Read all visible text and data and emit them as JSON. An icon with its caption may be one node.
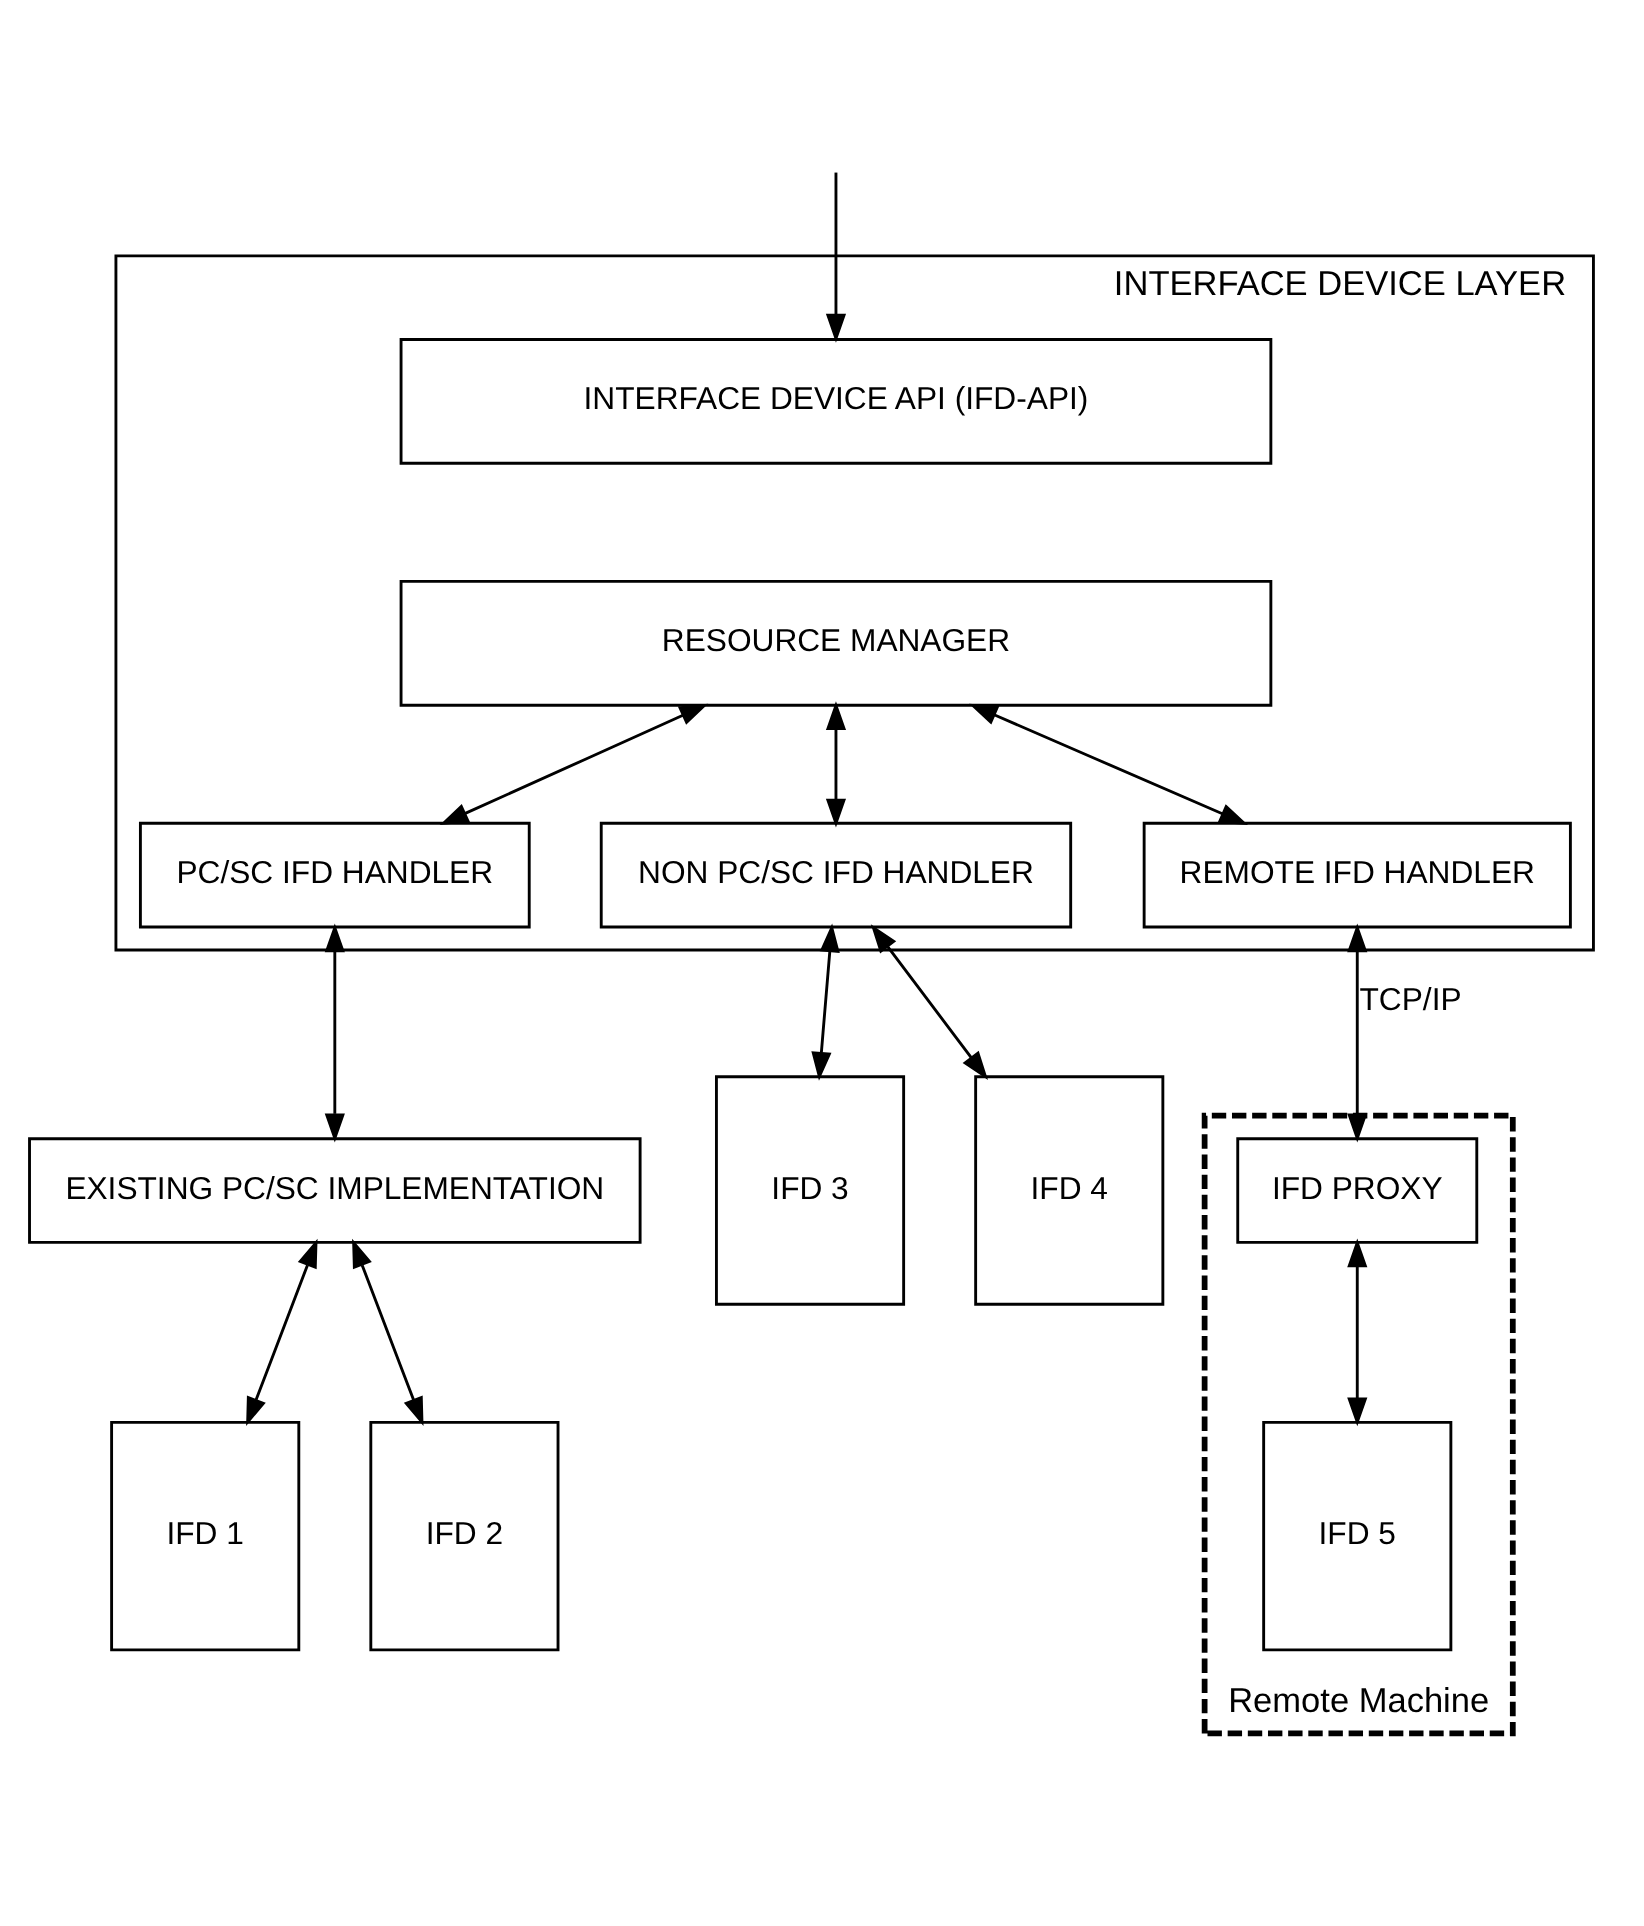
{
  "diagram": {
    "nodes": [
      {
        "text": [
          "INTERFACE DEVICE LAYER"
        ]
      },
      {
        "text": [
          "INTERFACE DEVICE API (IFD-API)"
        ],
        "in": 0
      },
      {
        "text": [
          "RESOURCE MANAGER"
        ],
        "in": 0
      },
      {
        "text": [
          "PC/SC IFD HANDLER"
        ],
        "in": 0
      },
      {
        "text": [
          "NON PC/SC IFD HANDLER"
        ],
        "in": 0
      },
      {
        "text": [
          "REMOTE IFD HANDLER"
        ],
        "in": 0
      },
      {
        "text": [
          "EXISTING PC/SC IMPLEMENTATION"
        ]
      },
      {
        "text": [
          "Remote Machine"
        ]
      },
      {
        "text": [
          "IFD PROXY"
        ],
        "in": 7
      },
      {
        "text": [
          "IFD 1"
        ]
      },
      {
        "text": [
          "IFD 2"
        ]
      },
      {
        "text": [
          "IFD 3"
        ]
      },
      {
        "text": [
          "IFD 4"
        ]
      },
      {
        "text": [
          "IFD 5"
        ],
        "in": 7
      }
    ],
    "edges": [
      {
        "from": null,
        "to": 1,
        "arrow": "to"
      },
      {
        "from": 2,
        "to": 3,
        "arrow": "both"
      },
      {
        "from": 2,
        "to": 4,
        "arrow": "both"
      },
      {
        "from": 2,
        "to": 5,
        "arrow": "both"
      },
      {
        "from": 3,
        "to": 6,
        "arrow": "both"
      },
      {
        "from": 6,
        "to": 9,
        "arrow": "both"
      },
      {
        "from": 6,
        "to": 10,
        "arrow": "both"
      },
      {
        "from": 4,
        "to": 11,
        "arrow": "both"
      },
      {
        "from": 4,
        "to": 12,
        "arrow": "both"
      },
      {
        "from": 5,
        "to": 8,
        "arrow": "both",
        "label": "TCP/IP"
      },
      {
        "from": 8,
        "to": 13,
        "arrow": "both"
      }
    ]
  }
}
